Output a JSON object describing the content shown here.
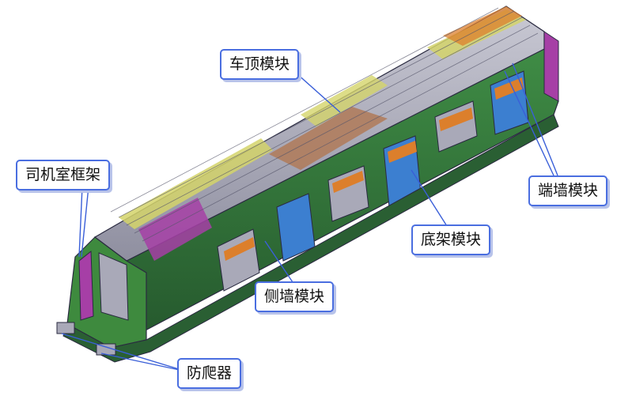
{
  "diagram": {
    "labels": {
      "roof_module": "车顶模块",
      "cab_frame": "司机室框架",
      "end_wall_module": "端墙模块",
      "underframe_module": "底架模块",
      "side_wall_module": "侧墙模块",
      "anti_climber": "防爬器"
    },
    "colors": {
      "callout_border": "#4a6ee0",
      "leader_line": "#3a5fd8",
      "frame_outline": "#2a2a40",
      "green_panel": "#3e8a3e",
      "dark_green_panel": "#2a5f33",
      "magenta_panel": "#a63fa6",
      "yellow_panel": "#d4d46a",
      "orange_panel": "#dc7f2c",
      "blue_panel": "#3c7fd0",
      "grey_panel": "#a9a9b8",
      "brown_panel": "#b07a58"
    }
  }
}
